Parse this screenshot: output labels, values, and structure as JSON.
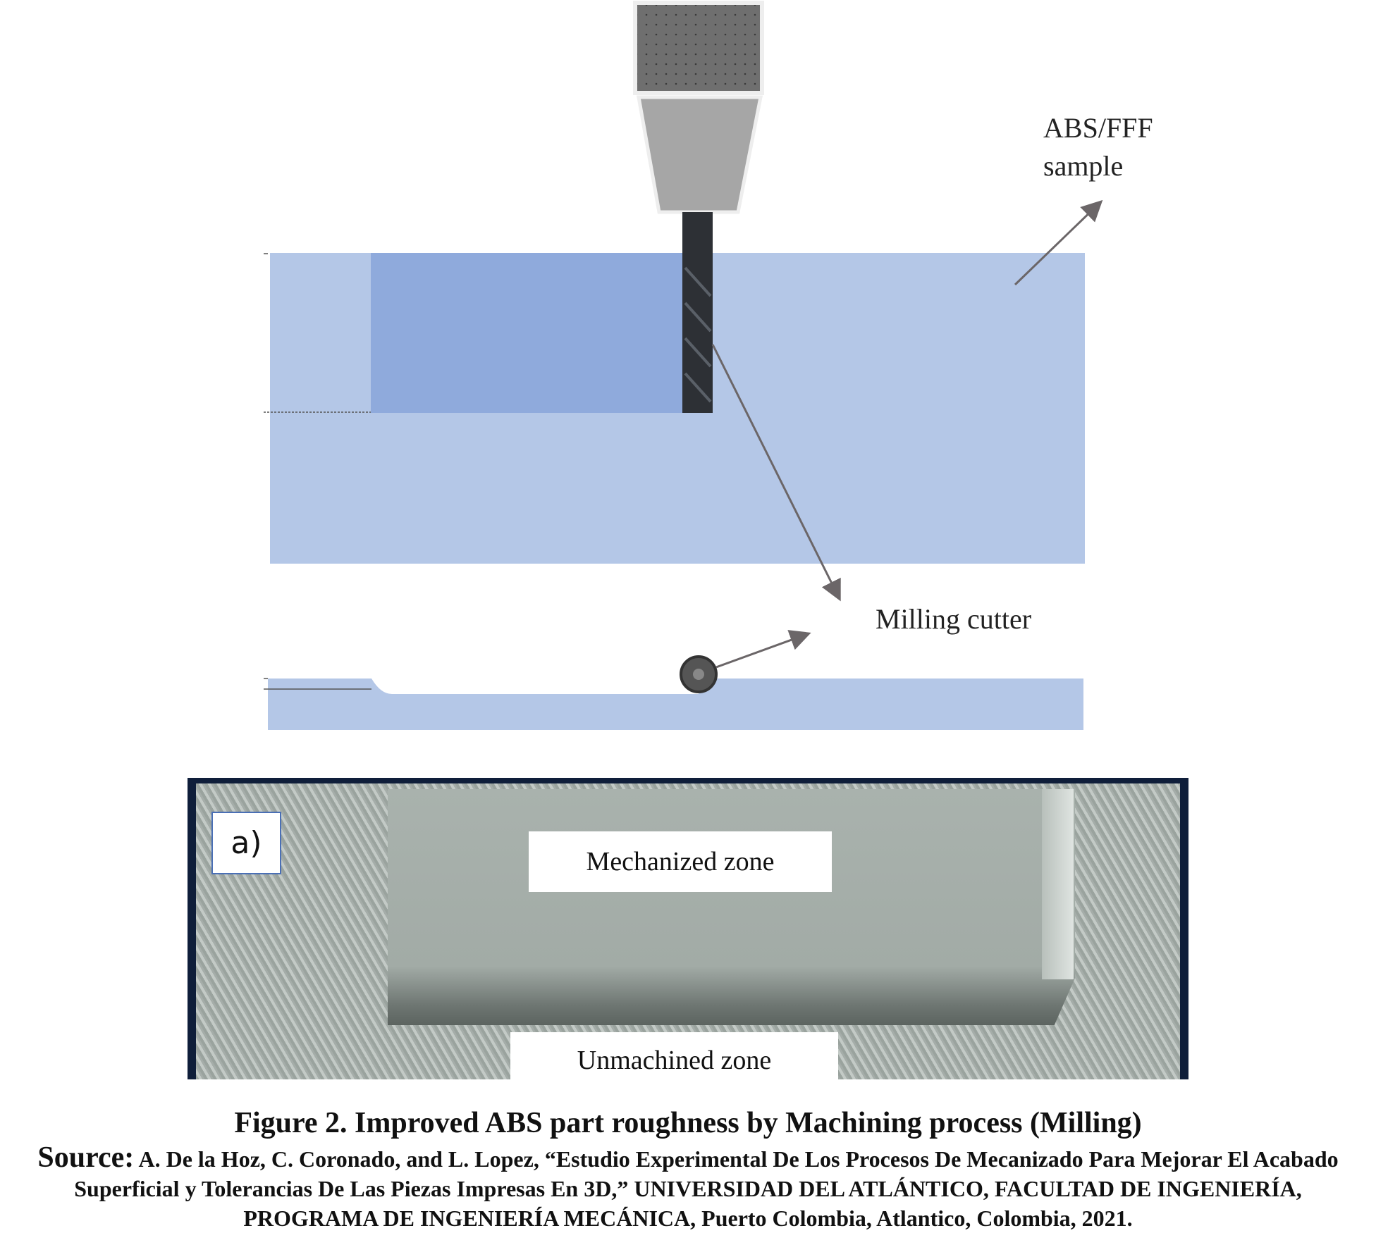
{
  "diagram": {
    "labels": {
      "sample_line1": "ABS/FFF",
      "sample_line2": "sample",
      "cutter": "Milling cutter"
    },
    "colors": {
      "sample": "#b4c7e7",
      "pocket": "#8faadc",
      "holder": "#6f6f6f",
      "cone": "#a6a6a6",
      "cutter": "#2d3035",
      "arrow": "#6b6668"
    }
  },
  "photo": {
    "panel_label": "a)",
    "mechanized_label": "Mechanized zone",
    "unmachined_label": "Unmachined zone"
  },
  "caption": {
    "title": "Figure 2. Improved ABS part roughness by Machining process (Milling)",
    "source_lead": "Source:",
    "source_text": "A. De la Hoz, C. Coronado, and L. Lopez, “Estudio Experimental De Los Procesos De Mecanizado Para Mejorar El Acabado Superficial y Tolerancias De Las Piezas Impresas En 3D,” UNIVERSIDAD DEL ATLÁNTICO, FACULTAD DE INGENIERÍA, PROGRAMA DE INGENIERÍA MECÁNICA, Puerto Colombia, Atlantico, Colombia, 2021."
  }
}
